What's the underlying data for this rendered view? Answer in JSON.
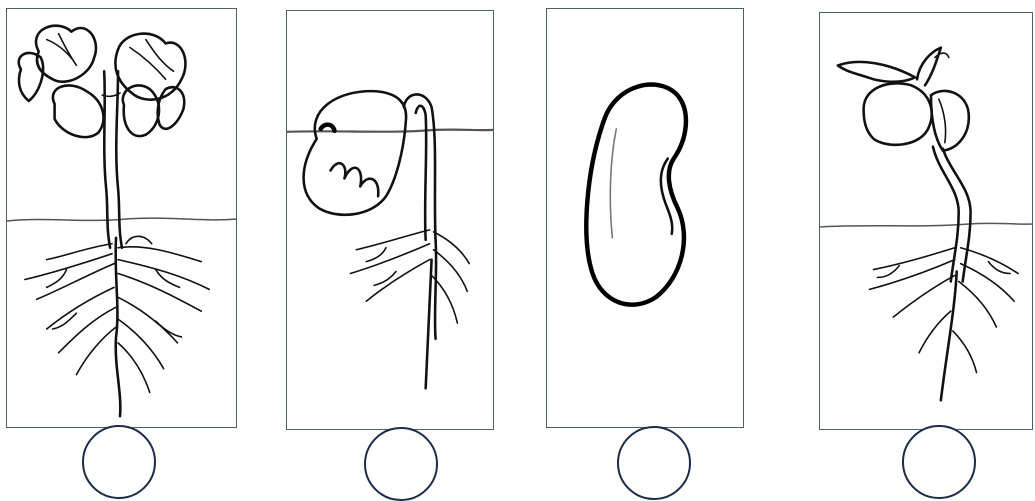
{
  "panels": [
    {
      "stage": "full-grown-seedling",
      "answer": ""
    },
    {
      "stage": "emerging-seedling",
      "answer": ""
    },
    {
      "stage": "bean-seed",
      "answer": ""
    },
    {
      "stage": "young-seedling",
      "answer": ""
    }
  ],
  "colors": {
    "panel_border": "#4a6070",
    "circle_border": "#1c2b4a",
    "ink": "#111111"
  }
}
